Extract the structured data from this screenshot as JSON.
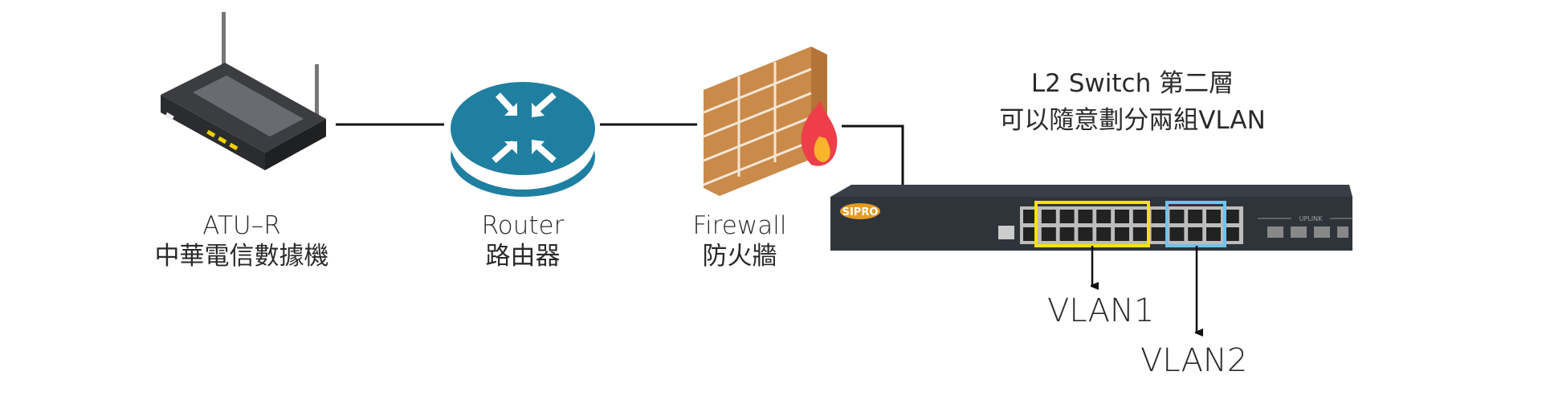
{
  "devices": [
    {
      "id": "atu-r",
      "name": "ATU–R",
      "subtitle": "中華電信數據機"
    },
    {
      "id": "router",
      "name": "Router",
      "subtitle": "路由器"
    },
    {
      "id": "firewall",
      "name": "Firewall",
      "subtitle": "防火牆"
    }
  ],
  "switch": {
    "title_line1": "L2 Switch 第二層",
    "title_line2": "可以隨意劃分兩組VLAN",
    "brand": "SIPRO",
    "uplink_label": "UPLINK"
  },
  "vlans": [
    {
      "label": "VLAN1",
      "color": "#f5e400"
    },
    {
      "label": "VLAN2",
      "color": "#6ec3ee"
    }
  ],
  "colors": {
    "router": "#1f7fa0",
    "line": "#111111",
    "switch_body": "#2f343b"
  }
}
